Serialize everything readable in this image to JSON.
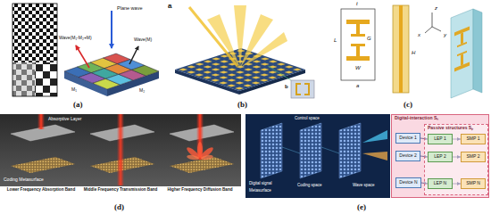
{
  "diagram": {
    "nodes": [
      {
        "text": [
          "Digital-interaction Sₙ"
        ]
      },
      {
        "text": [
          "Device 1"
        ],
        "in": 0
      },
      {
        "text": [
          "Device 2"
        ],
        "in": 0
      },
      {
        "text": [
          "Device N"
        ],
        "in": 0
      },
      {
        "text": [
          "Passive structures Sₚ"
        ],
        "in": 0
      },
      {
        "text": [
          "LEP 1"
        ],
        "in": 4
      },
      {
        "text": [
          "LEP 2"
        ],
        "in": 4
      },
      {
        "text": [
          "LEP N"
        ],
        "in": 4
      },
      {
        "text": [
          "SMP 1"
        ],
        "in": 4
      },
      {
        "text": [
          "SMP 2"
        ],
        "in": 4
      },
      {
        "text": [
          "SMP N"
        ],
        "in": 4
      }
    ],
    "edges": [
      {
        "from": 1,
        "to": 5,
        "arrow": "to"
      },
      {
        "from": 2,
        "to": 6,
        "arrow": "to"
      },
      {
        "from": 3,
        "to": 7,
        "arrow": "to"
      },
      {
        "from": 5,
        "to": 8,
        "arrow": "to"
      },
      {
        "from": 6,
        "to": 9,
        "arrow": "to"
      },
      {
        "from": 7,
        "to": 10,
        "arrow": "to"
      }
    ],
    "labels": [
      "(a)",
      "(b)",
      "(c)",
      "(d)",
      "(e)",
      "Plane wave",
      "Wave(M₁-M₂+M)",
      "Wave(M)",
      "M₁",
      "M₂",
      "a",
      "b",
      "t",
      "L",
      "G",
      "W",
      "a",
      "H",
      "z",
      "x",
      "y",
      "Absorptive Layer",
      "Coding Metasurface",
      "Lower Frequency Absorption Band",
      "Middle Frequency Transmission Band",
      "Higher Frequency Diffusion Band",
      "Control space",
      "Digital signal",
      "Metasurface",
      "Coding space",
      "Wave space"
    ]
  }
}
